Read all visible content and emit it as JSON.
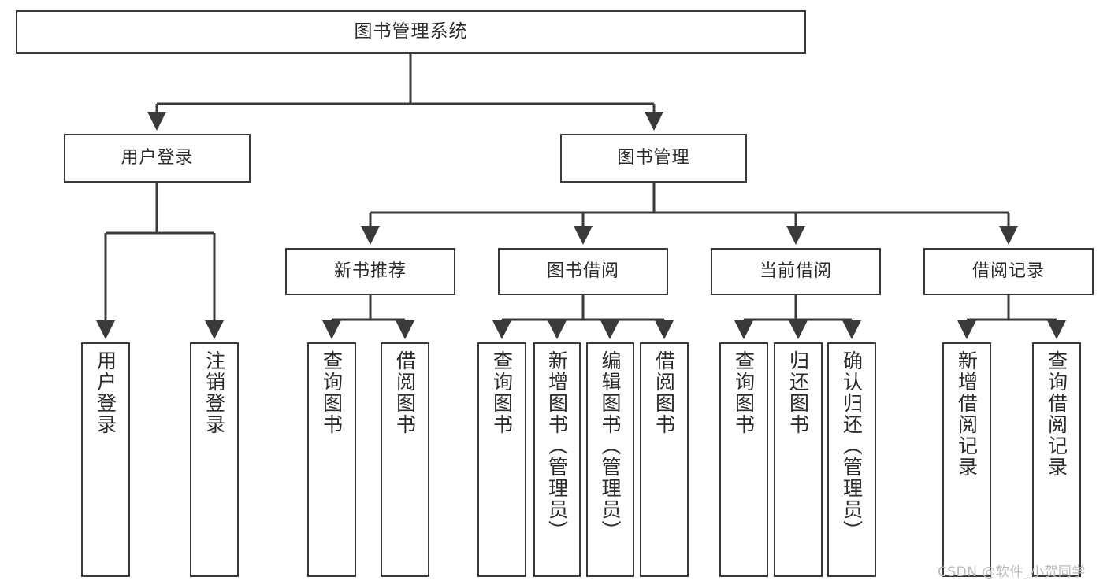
{
  "diagram": {
    "title": "图书管理系统",
    "type": "tree-hierarchy",
    "nodes": {
      "root": {
        "label": "图书管理系统"
      },
      "level2": [
        {
          "id": "user-login",
          "label": "用户登录"
        },
        {
          "id": "book-management",
          "label": "图书管理"
        }
      ],
      "level3": [
        {
          "id": "new-book-recommend",
          "label": "新书推荐"
        },
        {
          "id": "book-borrow",
          "label": "图书借阅"
        },
        {
          "id": "current-borrow",
          "label": "当前借阅"
        },
        {
          "id": "borrow-record",
          "label": "借阅记录"
        }
      ],
      "leaves": {
        "user-login": [
          {
            "id": "leaf-user-login",
            "label": "用户登录"
          },
          {
            "id": "leaf-logout-login",
            "label": "注销登录"
          }
        ],
        "new-book-recommend": [
          {
            "id": "leaf-query-book-1",
            "label": "查询图书"
          },
          {
            "id": "leaf-borrow-book-1",
            "label": "借阅图书"
          }
        ],
        "book-borrow": [
          {
            "id": "leaf-query-book-2",
            "label": "查询图书"
          },
          {
            "id": "leaf-add-book",
            "label": "新增图书（管理员）"
          },
          {
            "id": "leaf-edit-book",
            "label": "编辑图书（管理员）"
          },
          {
            "id": "leaf-borrow-book-2",
            "label": "借阅图书"
          }
        ],
        "current-borrow": [
          {
            "id": "leaf-query-book-3",
            "label": "查询图书"
          },
          {
            "id": "leaf-return-book",
            "label": "归还图书"
          },
          {
            "id": "leaf-confirm-return",
            "label": "确认归还（管理员）"
          }
        ],
        "borrow-record": [
          {
            "id": "leaf-add-record",
            "label": "新增借阅记录"
          },
          {
            "id": "leaf-query-record",
            "label": "查询借阅记录"
          }
        ]
      }
    },
    "watermark": "CSDN @软件_小贺同学",
    "colors": {
      "stroke": "#3a3a3a",
      "background": "#ffffff",
      "text": "#2b2b2b",
      "watermark": "#b9b9b9"
    }
  }
}
